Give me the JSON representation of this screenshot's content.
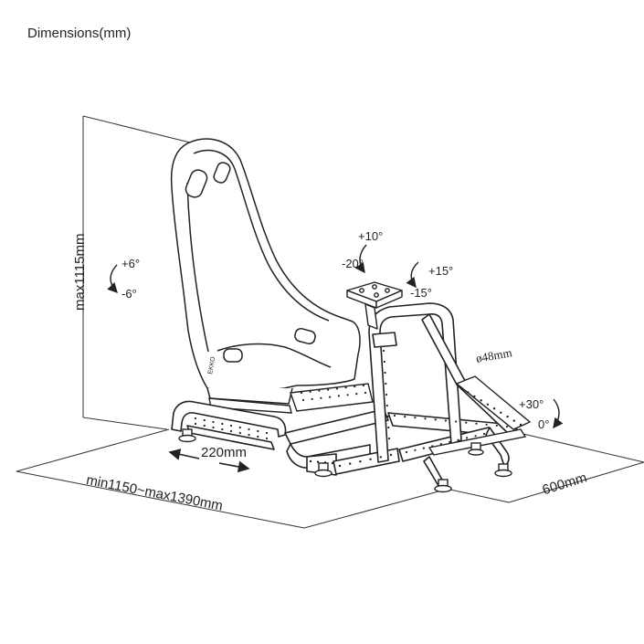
{
  "title": "Dimensions(mm)",
  "dimensions": {
    "height": "max1115mm",
    "slide": "220mm",
    "length": "min1150~max1390mm",
    "width": "600mm",
    "tube_diameter": "ø48mm"
  },
  "angles": {
    "seat_plus": "+6°",
    "seat_minus": "-6°",
    "wheel_plus": "+10°",
    "wheel_minus": "-20°",
    "plate_plus": "+15°",
    "plate_minus": "-15°",
    "pedal_plus": "+30°",
    "pedal_zero": "0°"
  },
  "seat_badge": "EKKO",
  "colors": {
    "line": "#222222",
    "dim_line": "#333333",
    "background": "#ffffff"
  }
}
